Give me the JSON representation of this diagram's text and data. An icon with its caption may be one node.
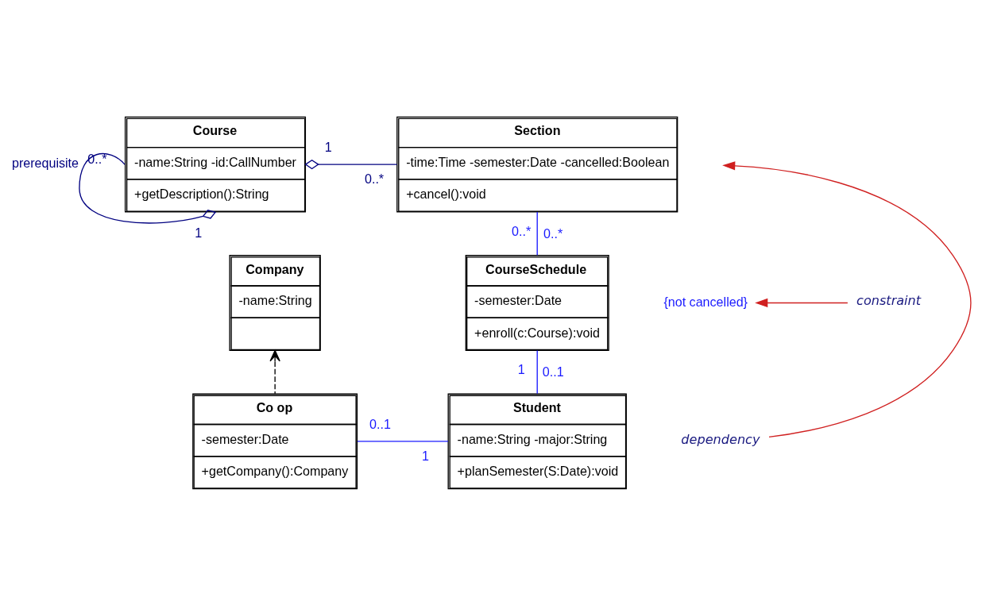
{
  "diagram": {
    "nodes": [
      {
        "text": [
          "Course",
          "-name:String -id:CallNumber",
          "+getDescription():String"
        ]
      },
      {
        "text": [
          "Section",
          "-time:Time -semester:Date -cancelled:Boolean",
          "+cancel():void"
        ]
      },
      {
        "text": [
          "Company",
          "-name:String"
        ]
      },
      {
        "text": [
          "CourseSchedule",
          "-semester:Date",
          "+enroll(c:Course):void"
        ]
      },
      {
        "text": [
          "{not cancelled}"
        ]
      },
      {
        "text": [
          "constraint"
        ]
      },
      {
        "text": [
          "Student",
          "-name:String -major:String",
          "+planSemester(S:Date):void"
        ]
      },
      {
        "text": [
          "dependency"
        ]
      },
      {
        "text": [
          "Co op",
          "-semester:Date",
          "+getCompany():Company"
        ]
      }
    ],
    "edges": [
      {
        "from": 0,
        "to": 1,
        "arrow": "other",
        "color": "#000080"
      },
      {
        "from": 0,
        "to": 0,
        "arrow": "other",
        "label": "prerequisite",
        "color": "#000080"
      },
      {
        "from": 1,
        "to": 3,
        "arrow": "none"
      },
      {
        "from": 3,
        "to": 6,
        "arrow": "none"
      },
      {
        "from": 8,
        "to": 6,
        "arrow": "none"
      },
      {
        "from": 8,
        "to": 2,
        "arrow": "to",
        "style": "dashed",
        "color": "#000000"
      },
      {
        "from": 5,
        "to": 4,
        "arrow": "to",
        "color": "#d02020"
      },
      {
        "from": 7,
        "to": null,
        "arrow": "to",
        "color": "#d02020"
      }
    ],
    "labels": [
      "1",
      "0..*",
      "0..*",
      "1",
      "0..*",
      "0..*",
      "0..1",
      "1",
      "1",
      "0..1"
    ]
  }
}
